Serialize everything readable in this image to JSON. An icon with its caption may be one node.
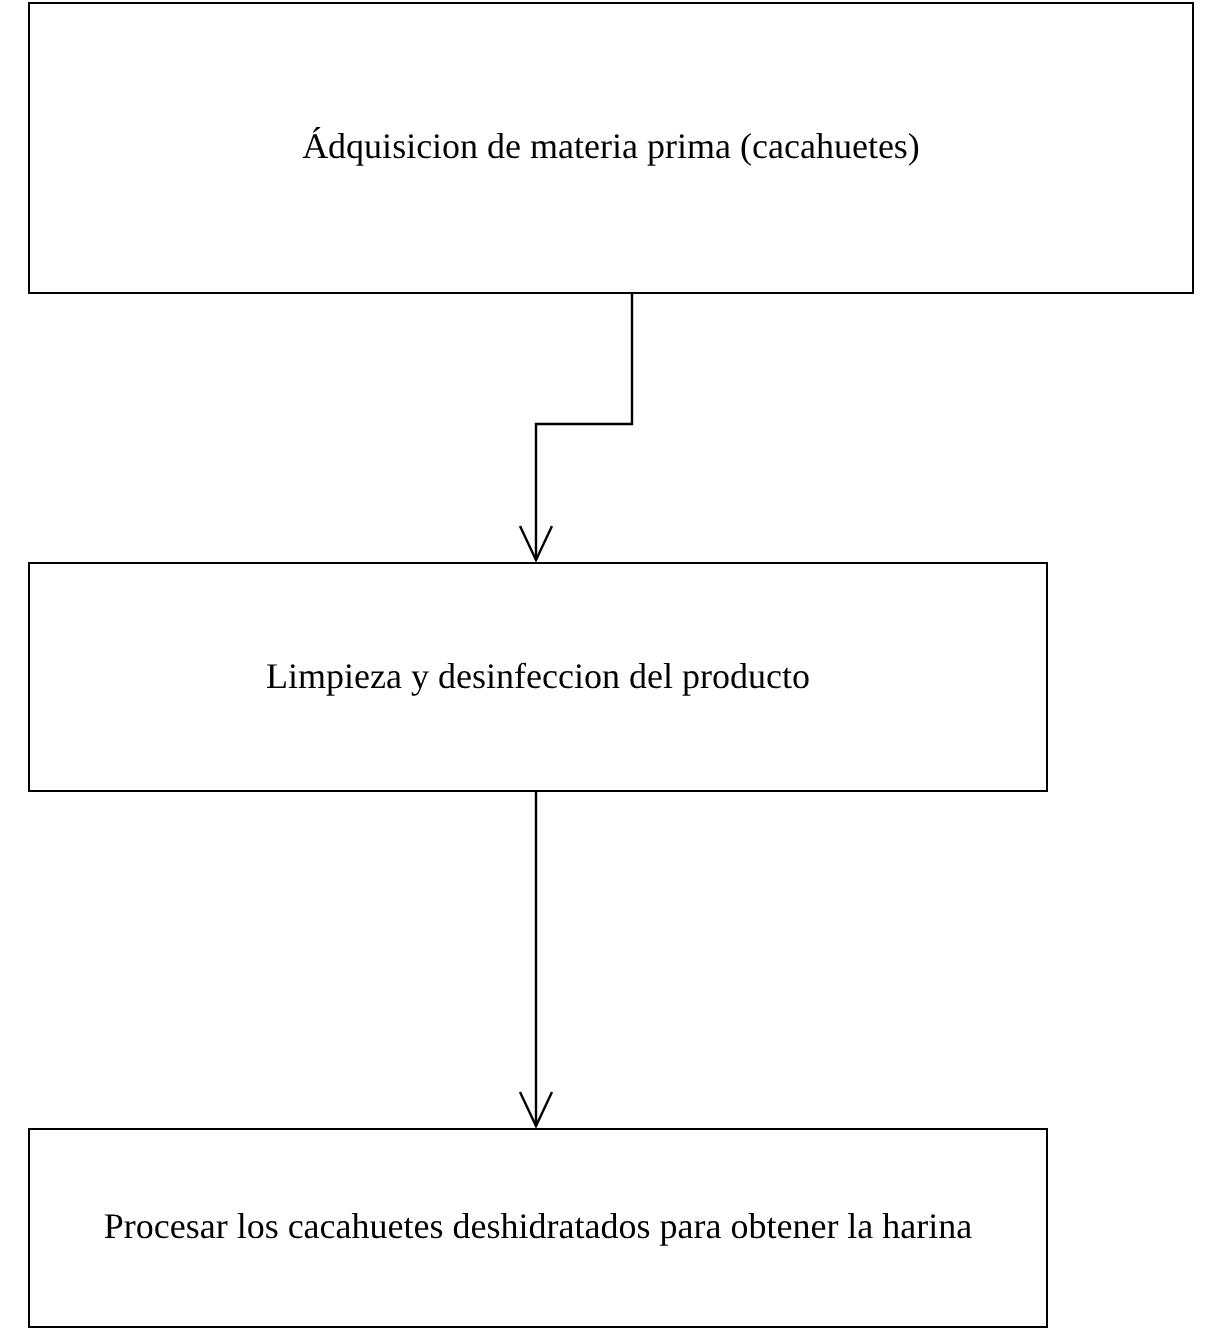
{
  "diagram": {
    "nodes": [
      {
        "text": [
          "Ádquisicion de materia prima (cacahuetes)"
        ]
      },
      {
        "text": [
          "Limpieza y desinfeccion del producto"
        ]
      },
      {
        "text": [
          "Procesar los cacahuetes deshidratados para obtener la harina"
        ]
      }
    ],
    "edges": [
      {
        "from": 0,
        "to": 1,
        "arrow": "to"
      },
      {
        "from": 1,
        "to": 2,
        "arrow": "to"
      }
    ]
  }
}
